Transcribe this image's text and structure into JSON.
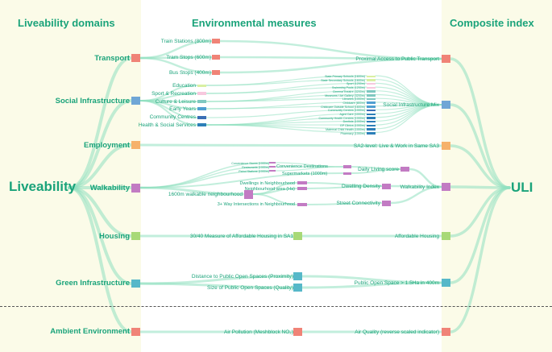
{
  "headers": {
    "domains": "Liveability domains",
    "measures": "Environmental measures",
    "composite": "Composite index"
  },
  "main": {
    "left": "Liveability",
    "right": "ULI"
  },
  "domains": [
    "Transport",
    "Social Infrastructure",
    "Employment",
    "Walkability",
    "Housing",
    "Green Infrastructure",
    "Ambient Environment"
  ],
  "measures": {
    "transport": [
      "Train Stations (800m)",
      "Tram Stops (600m)",
      "Bus Stops (400m)"
    ],
    "social": [
      "Education",
      "Sport & Recreation",
      "Culture & Leisure",
      "Early Years",
      "Community Centres",
      "Health & Social Services"
    ],
    "walk_small": [
      "Convenience Stores (1000m)",
      "Restaurants (1000m)",
      "Petrol Stations (1000m)"
    ],
    "walk": [
      "Convenience Destinations",
      "Supermarkets (1000m)",
      "Dwellings in Neighbourhood",
      "Neighbourhood area (Ha)",
      "1600m walkable neighbourhood",
      "3+ Way Intersections in Neighbourhood"
    ],
    "housing": "30/40 Measure of Affordable Housing in SA1",
    "green": [
      "Distance to Public Open Spaces (Proximity)",
      "Size of Public Open Spaces (Quality)"
    ],
    "ambient": "Air Pollution (Meshblock NO₂)"
  },
  "social_services": [
    "State Primary Schools (1600m)",
    "State Secondary Schools (1600m)",
    "Sport (1200m)",
    "Swimming Pools (1200m)",
    "Cinema/Theatre (3200m)",
    "Museums / Art Gallery (3200m)",
    "Libraries (1000m)",
    "Childcare (800m)",
    "Childcare Outside School (1600m)",
    "Community Centres (1000m)",
    "Aged Care (1000m)",
    "Community Health Centres (1000m)",
    "Dentists (1000m)",
    "GP Clinics (1000m)",
    "Maternal Child Health (1000m)",
    "Pharmacy (1000m)"
  ],
  "intermediate": {
    "daily_living": "Daily Living score",
    "dwelling_density": "Dwelling Density",
    "street_connectivity": "Street Connectivity"
  },
  "composites": [
    "Proximal Access to Public Transport",
    "Social Infrastructure Mix",
    "SA2-level: Live & Work in Same SA3",
    "Walkability Index",
    "Affordable Housing",
    "Public Open Space > 1.5Ha in 400m",
    "Air Quality (reverse scaled indicator)"
  ],
  "colors": {
    "transport": "#f08377",
    "social": "#6fa6d6",
    "employment": "#f6b26b",
    "walkability": "#c27bc3",
    "housing": "#a8d977",
    "green": "#56b8c9",
    "ambient": "#f08377",
    "text": "#1aa37a",
    "flow": "#8fe0bf"
  }
}
